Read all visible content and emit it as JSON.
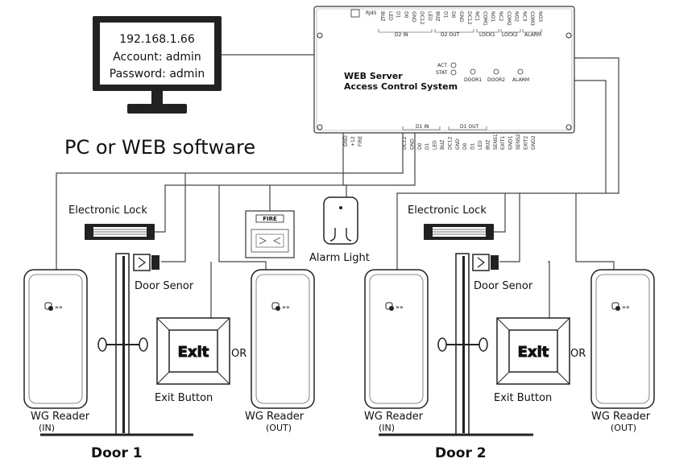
{
  "pc": {
    "ip": "192.168.1.66",
    "account": "Account: admin",
    "password": "Password: admin",
    "caption": "PC or WEB software"
  },
  "controller": {
    "title": "WEB Server",
    "subtitle": "Access Control System",
    "port_rj45": "RJ45",
    "top_group_d2in": "D2 IN",
    "top_group_d2out": "D2 OUT",
    "top_group_lock1": "LOCK1",
    "top_group_lock2": "LOCK2",
    "top_group_alarm": "ALARM",
    "top_pins": [
      "BUZ",
      "LED",
      "D1",
      "D0",
      "GND",
      "DC12",
      "LED",
      "BUZ",
      "D1",
      "D0",
      "GND",
      "DC12",
      "NC1",
      "COM1",
      "NO1",
      "NC2",
      "COM2",
      "NO2",
      "NC3",
      "COM3",
      "NO3"
    ],
    "indicators": [
      "ACT",
      "STAT"
    ],
    "leds": [
      "DOOR1",
      "DOOR2",
      "ALARM"
    ],
    "bottom_left_pins": [
      "GND",
      "+12",
      "FIRE"
    ],
    "bottom_group_d1in": "D1 IN",
    "bottom_group_d1out": "D1 OUT",
    "bottom_pins": [
      "DC12",
      "GND",
      "D0",
      "D1",
      "LED",
      "BUZ",
      "DC12",
      "GND",
      "D0",
      "D1",
      "LED",
      "BUZ",
      "SENS1",
      "EXIT1",
      "GND1",
      "SENS2",
      "EXIT2",
      "GND2"
    ]
  },
  "labels": {
    "lock1": "Electronic Lock",
    "lock2": "Electronic Lock",
    "fire": "FIRE",
    "alarm_light": "Alarm Light",
    "door_sensor1": "Door Senor",
    "door_sensor2": "Door Senor",
    "exit_text1": "Exit",
    "exit_text2": "Exit",
    "exit_button1": "Exit Button",
    "exit_button2": "Exit Button",
    "or1": "OR",
    "or2": "OR",
    "reader_in1": "WG Reader",
    "reader_in1_sub": "(IN)",
    "reader_out1": "WG Reader",
    "reader_out1_sub": "(OUT)",
    "reader_in2": "WG Reader",
    "reader_in2_sub": "(IN)",
    "reader_out2": "WG Reader",
    "reader_out2_sub": "(OUT)",
    "door1": "Door 1",
    "door2": "Door 2"
  }
}
